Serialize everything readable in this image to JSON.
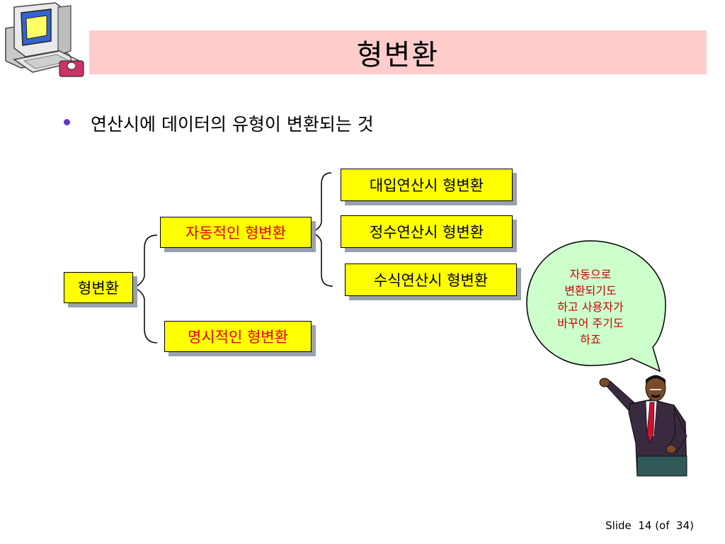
{
  "slide": {
    "title": "형변환",
    "bullet": "연산시에 데이터의 유형이 변환되는 것"
  },
  "diagram": {
    "root": "형변환",
    "auto": "자동적인 형변환",
    "explicit": "명시적인 형변환",
    "assign": "대입연산시 형변환",
    "integer": "정수연산시 형변환",
    "expression": "수식연산시 형변환"
  },
  "bubble": {
    "lines": [
      "자동으로",
      "변환되기도",
      "하고 사용자가",
      "바꾸어 주기도",
      "하죠"
    ]
  },
  "footer": {
    "slide_label": "Slide",
    "number": "14",
    "of_text": "(of",
    "total": "34)"
  },
  "colors": {
    "title_bg": "#ffcccc",
    "box_fill": "#ffff00",
    "red_text": "#e00000",
    "bubble_fill": "#ccffcc",
    "bullet": "#6633cc"
  },
  "icons": {
    "top_left": "computer-clipart-icon",
    "presenter": "presenter-man-icon"
  }
}
